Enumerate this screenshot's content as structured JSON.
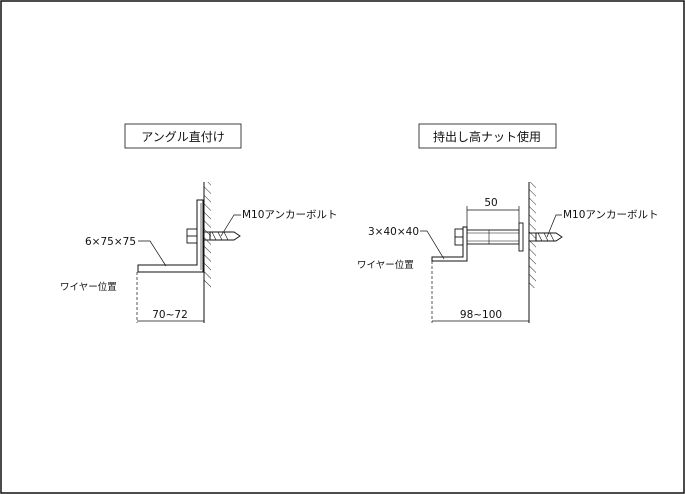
{
  "left": {
    "title": "アングル直付け",
    "anchor_label": "M10アンカーボルト",
    "angle_label": "6×75×75",
    "wire_label": "ワイヤー位置",
    "dimension": "70~72"
  },
  "right": {
    "title": "持出し高ナット使用",
    "anchor_label": "M10アンカーボルト",
    "angle_label": "3×40×40",
    "wire_label": "ワイヤー位置",
    "dimension_top": "50",
    "dimension_bottom": "98~100"
  }
}
